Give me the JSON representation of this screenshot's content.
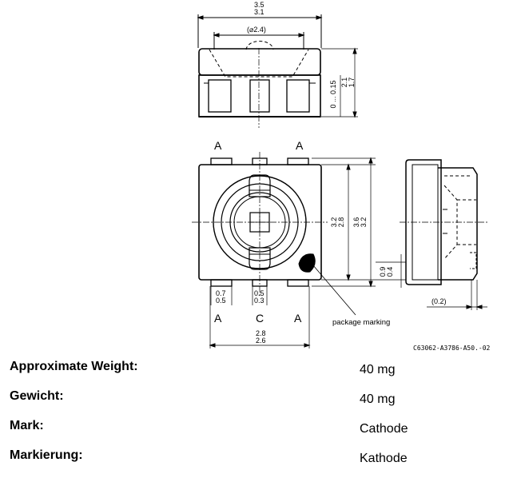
{
  "drawing": {
    "top_view": {
      "overall_width_max": "3.5",
      "overall_width_min": "3.1",
      "lens_diameter": "(⌀2.4)",
      "height_max": "2.1",
      "height_min": "1.7",
      "standoff": "0 ... 0.15"
    },
    "front_view": {
      "label_top_left": "A",
      "label_top_right": "A",
      "label_bottom_left": "A",
      "label_bottom_center": "C",
      "label_bottom_right": "A",
      "body_height_max": "3.2",
      "body_height_min": "2.8",
      "overall_height_max": "3.6",
      "overall_height_min": "3.2",
      "pad_width_max": "0.7",
      "pad_width_min": "0.5",
      "center_pad_width_max": "0.5",
      "center_pad_width_min": "0.3",
      "body_width_max": "2.8",
      "body_width_min": "2.6",
      "package_marking_label": "package marking"
    },
    "side_view": {
      "lead_height_max": "0.9",
      "lead_height_min": "0.4",
      "lead_offset": "(0.2)"
    },
    "reference": "C63062-A3786-A50.-02"
  },
  "properties": [
    {
      "label": "Approximate Weight:",
      "value": "40 mg"
    },
    {
      "label": "Gewicht:",
      "value": "40 mg"
    },
    {
      "label": "Mark:",
      "value": "Cathode"
    },
    {
      "label": "Markierung:",
      "value": "Kathode"
    }
  ]
}
